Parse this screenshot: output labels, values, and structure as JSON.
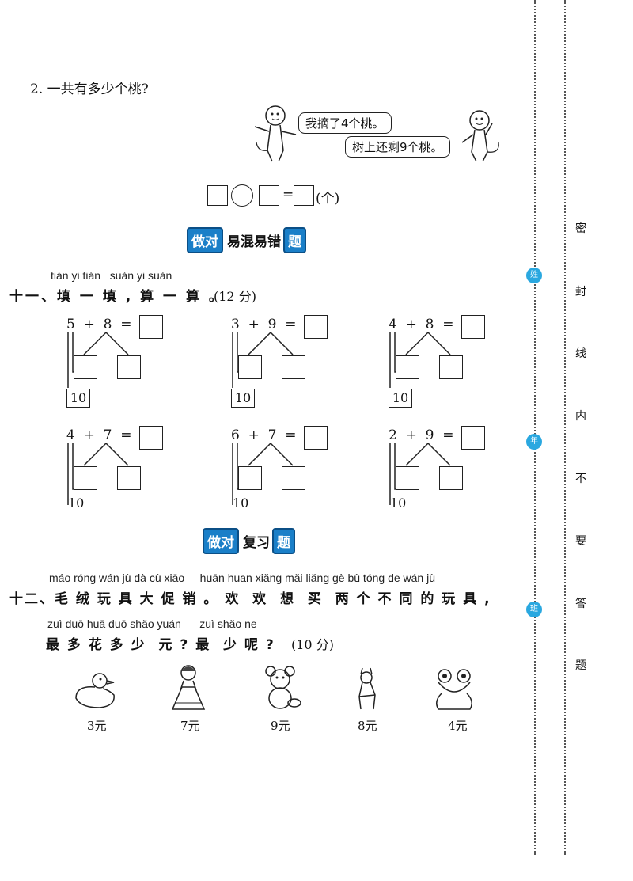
{
  "q2": {
    "title": "2. 一共有多少个桃?",
    "bubble_left": "我摘了4个桃。",
    "bubble_right": "树上还剩9个桃。",
    "unit": "(个)",
    "equals": "="
  },
  "banner1": {
    "tag": "做对",
    "text": "易混易错",
    "end": "题"
  },
  "q11": {
    "pinyin": "tián yi tián   suàn yi suàn",
    "heading": "十一、填 一 填 , 算 一 算 。",
    "score": "(12 分)",
    "problems": [
      {
        "expr": "5  +  8  =",
        "ten": "10"
      },
      {
        "expr": "3  +  9  =",
        "ten": "10"
      },
      {
        "expr": "4  +  8  =",
        "ten": "10"
      },
      {
        "expr": "4  +  7  =",
        "ten": "10"
      },
      {
        "expr": "6  +  7  =",
        "ten": "10"
      },
      {
        "expr": "2  +  9  =",
        "ten": "10"
      }
    ]
  },
  "banner2": {
    "tag": "做对",
    "text": "复习",
    "end": "题"
  },
  "q12": {
    "pinyin1": "máo róng wán jù dà cù xiāo     huān huan xiǎng mǎi liǎng gè bù tóng de wán jù",
    "heading": "十二、毛 绒 玩 具 大 促 销 。 欢  欢  想  买  两 个 不 同 的 玩 具 ,",
    "pinyin2": "zuì duō huā duō shǎo yuán      zuì shǎo ne",
    "line2": "最 多 花 多 少  元 ? 最  少 呢 ?",
    "score": "(10 分)",
    "toys": [
      {
        "name": "duck-icon",
        "price": "3元"
      },
      {
        "name": "doll-icon",
        "price": "7元"
      },
      {
        "name": "bear-icon",
        "price": "9元"
      },
      {
        "name": "deer-icon",
        "price": "8元"
      },
      {
        "name": "frog-icon",
        "price": "4元"
      }
    ]
  },
  "margin": {
    "chars": [
      "密",
      "封",
      "线",
      "内",
      "不",
      "要",
      "答",
      "题"
    ],
    "dots": [
      "姓",
      "年",
      "班"
    ]
  }
}
